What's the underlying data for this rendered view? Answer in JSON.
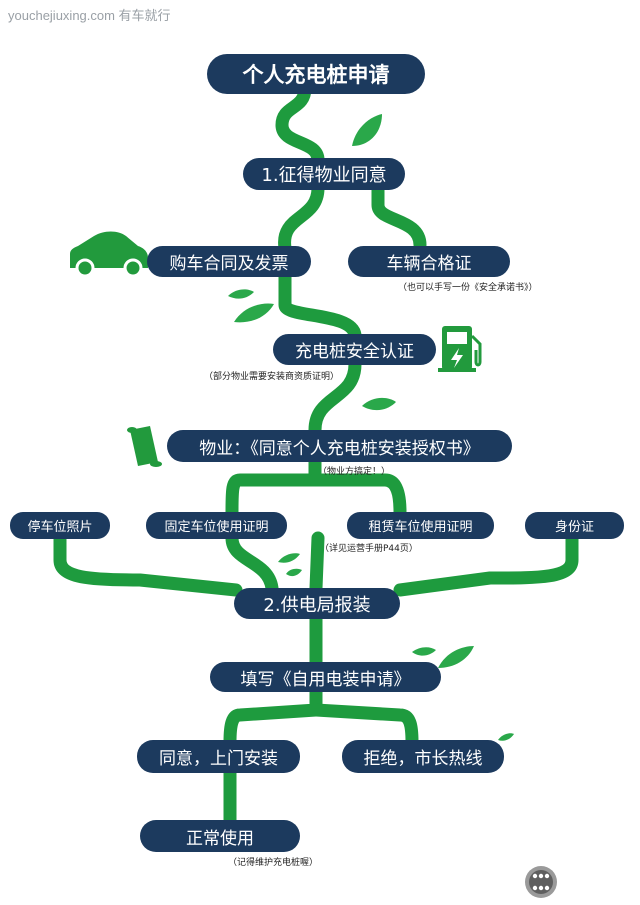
{
  "watermark": "youchejiuxing.com 有车就行",
  "title": "个人充电桩申请",
  "steps": {
    "step1": "1.征得物业同意",
    "purchase_contract": "购车合同及发票",
    "vehicle_cert": "车辆合格证",
    "vehicle_cert_note": "（也可以手写一份《安全承诺书》）",
    "safety_cert": "充电桩安全认证",
    "safety_cert_note": "（部分物业需要安装商资质证明）",
    "property_auth": "物业：《同意个人充电桩安装授权书》",
    "property_auth_note": "（物业方搞定！）",
    "parking_photo": "停车位照片",
    "fixed_parking": "固定车位使用证明",
    "rented_parking": "租赁车位使用证明",
    "rented_parking_note": "（详见运营手册P44页）",
    "id_card": "身份证",
    "step2": "2.供电局报装",
    "fill_form": "填写《自用电装申请》",
    "approve": "同意，上门安装",
    "reject": "拒绝，市长热线",
    "normal_use": "正常使用",
    "normal_use_note": "（记得维护充电桩喔）"
  },
  "colors": {
    "pill_bg": "#1c3a5e",
    "vine": "#1e9b3e",
    "leaf": "#2aa84a",
    "icon_green": "#229a3d"
  },
  "icons": [
    "car-icon",
    "charging-station-icon",
    "scroll-icon",
    "gear-shift-icon",
    "leaf-icon"
  ]
}
